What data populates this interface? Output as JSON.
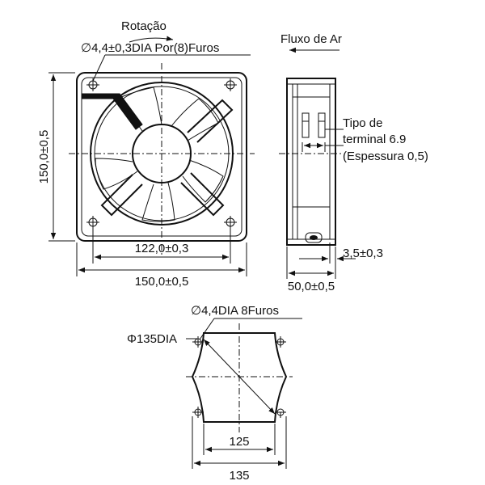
{
  "labels": {
    "rotation": "Rotação",
    "hole_spec": "∅4,4±0,3DIA Por(8)Furos",
    "airflow": "Fluxo de Ar",
    "height_dim": "150,0±0,5",
    "inner_width_dim": "122,0±0,3",
    "outer_width_dim": "150,0±0,5",
    "terminal_line1": "Tipo de",
    "terminal_line2": "terminal 6.9",
    "terminal_line3": "(Espessura 0,5)",
    "flange_dim": "3,5±0,3",
    "depth_dim": "50,0±0,5",
    "cutout_holes": "∅4,4DIA 8Furos",
    "cutout_dia": "Φ135DIA",
    "cutout_inner": "125",
    "cutout_outer": "135"
  }
}
